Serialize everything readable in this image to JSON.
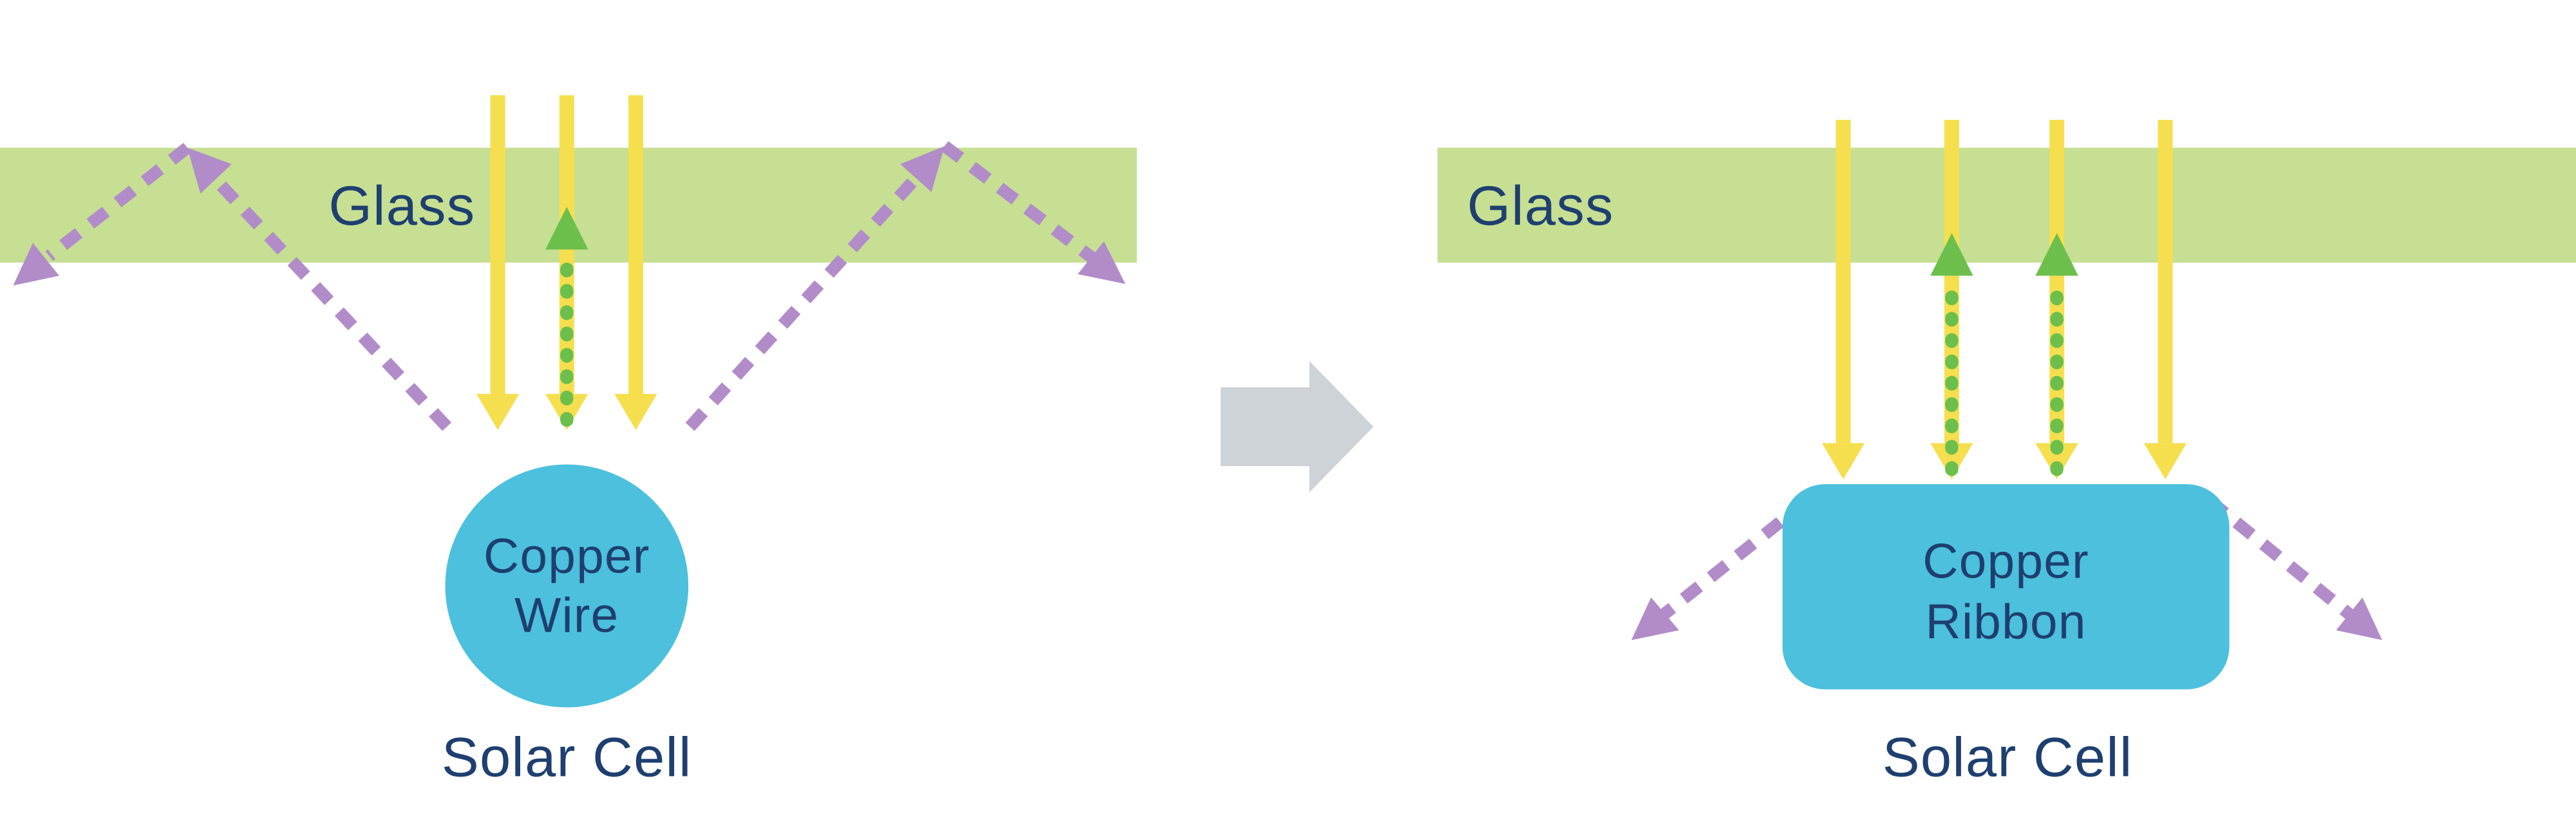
{
  "diagram": {
    "before": {
      "glass_label": "Glass",
      "conductor_line1": "Copper",
      "conductor_line2": "Wire",
      "cell_label": "Solar Cell"
    },
    "after": {
      "glass_label": "Glass",
      "conductor_line1": "Copper",
      "conductor_line2": "Ribbon",
      "cell_label": "Solar Cell"
    },
    "colors": {
      "glass": "#c6df92",
      "incident_light": "#f5df4e",
      "reflected_light": "#6dbf4c",
      "scattered_light": "#b18cc9",
      "copper": "#4cc0dd",
      "text": "#1e3f6f",
      "transition_arrow": "#cdd3d6"
    }
  }
}
